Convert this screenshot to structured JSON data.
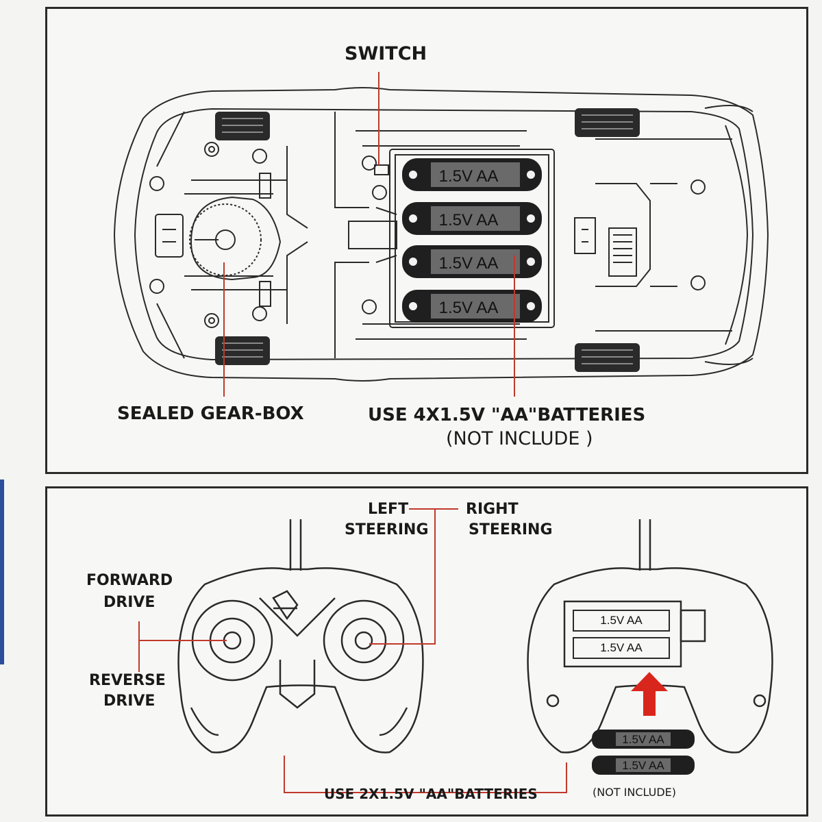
{
  "car_panel": {
    "switch_label": "SWITCH",
    "gearbox_label": "SEALED GEAR-BOX",
    "battery_instruction": "USE 4X1.5V \"AA\"BATTERIES",
    "battery_note": "(NOT INCLUDE )",
    "battery_cells": [
      "1.5V AA",
      "1.5V AA",
      "1.5V AA",
      "1.5V AA"
    ]
  },
  "remote_panel": {
    "left_steering_line1": "LEFT",
    "left_steering_line2": "STEERING",
    "right_steering_line1": "RIGHT",
    "right_steering_line2": "STEERING",
    "forward_line1": "FORWARD",
    "forward_line2": "DRIVE",
    "reverse_line1": "REVERSE",
    "reverse_line2": "DRIVE",
    "battery_instruction": "USE 2X1.5V \"AA\"BATTERIES",
    "battery_note": "(NOT INCLUDE)",
    "compartment_cells": [
      "1.5V AA",
      "1.5V AA"
    ],
    "loose_cells": [
      "1.5V AA",
      "1.5V AA"
    ]
  },
  "colors": {
    "callout_line": "#c0392b",
    "arrow": "#d9261c",
    "ink": "#1a1a1a"
  }
}
